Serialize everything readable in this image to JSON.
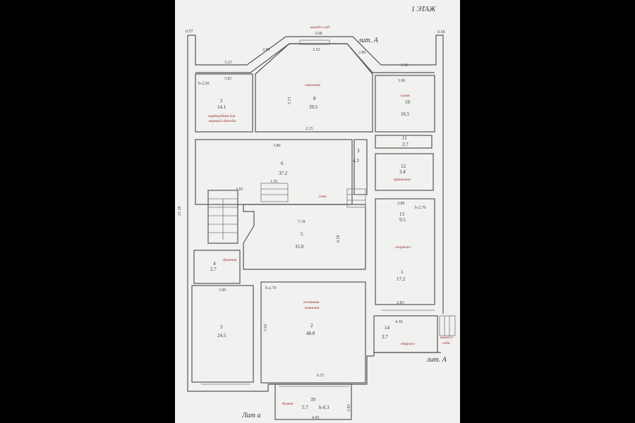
{
  "title": "1 ЭТАЖ",
  "lit_main": "лит. А",
  "lit_small": "Лит а",
  "exit_garden": "выход в сад",
  "rooms": {
    "dining": {
      "name": "столовая",
      "num": "8",
      "area": "39.5"
    },
    "kitchen": {
      "name": "кухня",
      "num": "10",
      "area": "16.5"
    },
    "wardrobe": {
      "name1": "гардеробная для",
      "name2": "верхней одежды",
      "num": "2",
      "area": "14.1",
      "height": "h-2,50"
    },
    "hall": {
      "num": "6",
      "area": "37.2"
    },
    "small": {
      "num": "3",
      "area": "4.3"
    },
    "bath": {
      "num": "11",
      "area": "2.7"
    },
    "laundry": {
      "name": "прачечная",
      "num": "12",
      "area": "3.4"
    },
    "vestibule": {
      "name": "сени",
      "num": "5",
      "area": "35.0"
    },
    "room13": {
      "num": "13",
      "area": "9.5",
      "height": "h-2,70"
    },
    "gym": {
      "name": "спортзал",
      "num": "1",
      "area": "17.2"
    },
    "shower": {
      "name": "душевая",
      "num": "4",
      "area": "2.7"
    },
    "room3": {
      "num": "3",
      "area": "24.5"
    },
    "living": {
      "name1": "гостиная",
      "name2": "комната",
      "num": "2",
      "area": "48.8",
      "height": "h-2,70"
    },
    "terrace": {
      "name": "терраса",
      "num": "14",
      "area": "3.7",
      "exit1": "выход в",
      "exit2": "сада"
    },
    "balcony": {
      "name": "балкон",
      "num": "39",
      "area": "5.7",
      "height": "h-0.3"
    }
  },
  "dims": {
    "d057": "0.57",
    "d058": "0.58",
    "d323": "3.23",
    "d381": "3.81",
    "d285": "2.85",
    "d368": "3.68",
    "d352": "3.52",
    "d286": "2.86",
    "d396a": "3.96",
    "d396b": "3.96",
    "d215": "2.15",
    "d380": "3.80",
    "d385": "3.85",
    "d155": "1.55",
    "d2158": "21.58",
    "d718": "7.18",
    "d658": "6.58",
    "d380b": "3.80",
    "d283": "2.83",
    "d436": "4.36",
    "d653": "6.53",
    "d495": "4.95",
    "d702": "7.02",
    "d385b": "3.85",
    "d573": "5.73",
    "d283b": "2.83"
  }
}
